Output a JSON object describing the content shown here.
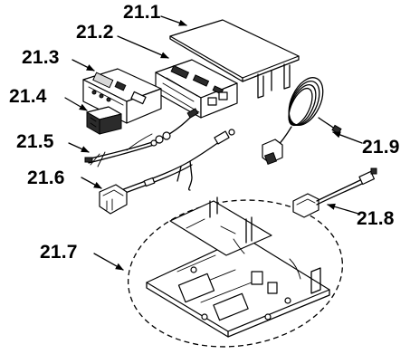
{
  "labels": {
    "l21_1": "21.1",
    "l21_2": "21.2",
    "l21_3": "21.3",
    "l21_4": "21.4",
    "l21_5": "21.5",
    "l21_6": "21.6",
    "l21_7": "21.7",
    "l21_8": "21.8",
    "l21_9": "21.9"
  },
  "colors": {
    "line": "#000000",
    "background": "#ffffff"
  }
}
